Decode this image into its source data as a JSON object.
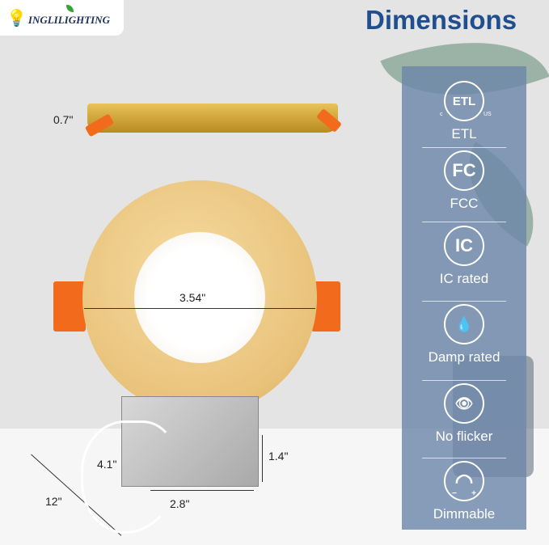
{
  "logo": {
    "text": "INGLILIGHTING"
  },
  "title": "Dimensions",
  "dimensions": {
    "height": "0.7\"",
    "diameter": "3.54\"",
    "box_depth": "4.1\"",
    "box_height": "1.4\"",
    "box_width": "2.8\"",
    "cable": "12\""
  },
  "features": [
    {
      "icon": "etl-icon",
      "label": "ETL",
      "mark": "ETL",
      "c": "c",
      "us": "US"
    },
    {
      "icon": "fcc-icon",
      "label": "FCC",
      "mark": "FC"
    },
    {
      "icon": "ic-icon",
      "label": "IC rated",
      "mark": "IC"
    },
    {
      "icon": "water-drop-icon",
      "label": "Damp rated",
      "mark": "💧"
    },
    {
      "icon": "eye-icon",
      "label": "No flicker",
      "mark": "👁"
    },
    {
      "icon": "dimmer-icon",
      "label": "Dimmable",
      "mark": "◠",
      "minus": "−",
      "plus": "+"
    }
  ],
  "colors": {
    "title": "#1f4f8e",
    "panel": "#6e87aa",
    "trim": "#e8c27a",
    "clip": "#f26a1b"
  }
}
